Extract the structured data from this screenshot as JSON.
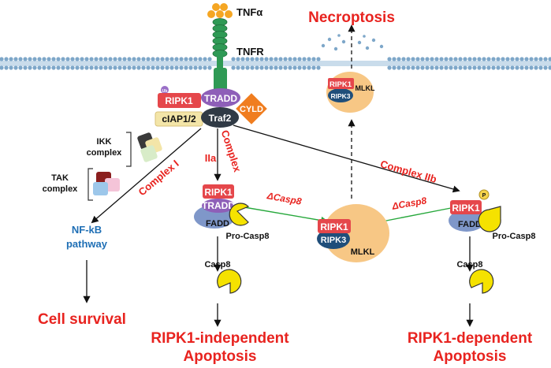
{
  "colors": {
    "membrane": "#7ea7c9",
    "membrane_bead": "#aac6dd",
    "tnfr": "#2f9a55",
    "tnf": "#f5a623",
    "ripk1": "#e5474b",
    "tradd": "#8e5fb8",
    "traf2": "#303a45",
    "ciap": "#f3e5a8",
    "cyld": "#f07d1f",
    "fadd": "#7f97c9",
    "ripk3": "#1f4e7a",
    "mlkl": "#f7c785",
    "casp8": "#f5e200",
    "label_red": "#e8231f",
    "label_blue": "#1f6fb5",
    "arrow_green": "#27a83c"
  },
  "ligand": {
    "tnfa": "TNFα",
    "tnfr": "TNFR"
  },
  "complex_top": {
    "ub": "Ub",
    "ripk1": "RIPK1",
    "tradd": "TRADD",
    "ciap": "cIAP1/2",
    "traf2": "Traf2",
    "cyld": "CYLD"
  },
  "kinases": {
    "ikk_line1": "IKK",
    "ikk_line2": "complex",
    "tak_line1": "TAK",
    "tak_line2": "complex"
  },
  "pathway_labels": {
    "complex1": "Complex I",
    "complex2a_1": "Complex",
    "complex2a_2": "IIa",
    "complex2b": "Complex IIb",
    "delta_casp8_left": "ΔCasp8",
    "delta_casp8_right": "ΔCasp8"
  },
  "nfkb": {
    "line1": "NF-kB",
    "line2": "pathway"
  },
  "complex2a": {
    "ripk1": "RIPK1",
    "tradd": "TRADD",
    "fadd": "FADD",
    "procasp8": "Pro-Casp8",
    "casp8": "Casp8"
  },
  "complex2b_box": {
    "p": "P",
    "ripk1": "RIPK1",
    "fadd": "FADD",
    "procasp8": "Pro-Casp8",
    "casp8": "Casp8"
  },
  "necrosome": {
    "ripk1": "RIPK1",
    "ripk3": "RIPK3",
    "mlkl": "MLKL"
  },
  "necrosome_membrane": {
    "ripk1": "RIPK1",
    "ripk3": "RIPK3",
    "mlkl": "MLKL"
  },
  "outcomes": {
    "necroptosis": "Necroptosis",
    "cell_survival": "Cell survival",
    "ripk1_indep_1": "RIPK1-independent",
    "ripk1_indep_2": "Apoptosis",
    "ripk1_dep_1": "RIPK1-dependent",
    "ripk1_dep_2": "Apoptosis"
  }
}
